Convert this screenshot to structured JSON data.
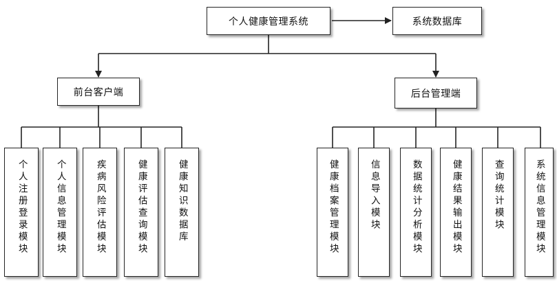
{
  "root": {
    "label": "个人健康管理系统"
  },
  "database": {
    "label": "系统数据库"
  },
  "branches": [
    {
      "label": "前台客户端",
      "modules": [
        "个人注册登录模块",
        "个人信息管理模块",
        "疾病风险评估模块",
        "健康评估查询模块",
        "健康知识数据库"
      ]
    },
    {
      "label": "后台管理端",
      "modules": [
        "健康档案管理模块",
        "信息导入模块",
        "数据统计分析模块",
        "健康结果输出模块",
        "查询统计模块",
        "系统信息管理模块"
      ]
    }
  ]
}
